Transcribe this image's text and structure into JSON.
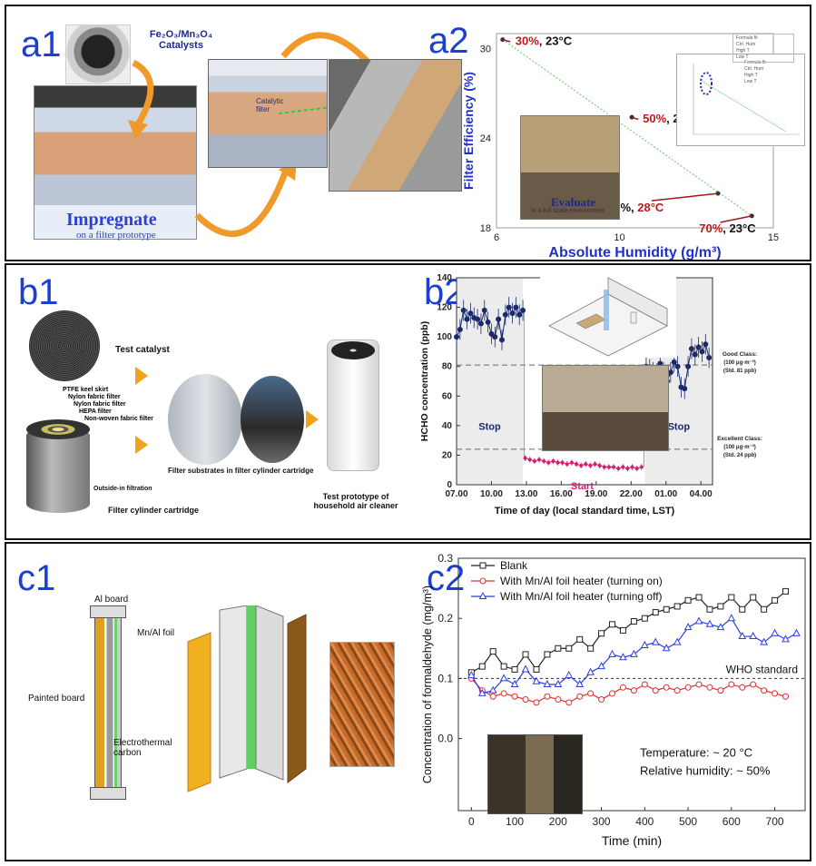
{
  "panels": {
    "a1": {
      "label": "a1",
      "catalyst": "Fe₂O₃/Mn₃O₄\nCatalysts",
      "impregnate": "Impregnate",
      "impregnate_sub": "on a filter prototype",
      "filter_label": "Catalytic\nfilter"
    },
    "a2": {
      "label": "a2",
      "evaluate": "Evaluate",
      "evaluate_sub": "in a full scale environment",
      "inset_legend": [
        "Formula fit",
        "Ctrl. Hum",
        "High T",
        "Low T"
      ]
    },
    "b1": {
      "label": "b1",
      "test_catalyst": "Test catalyst",
      "layers": [
        "PTFE keel skirt",
        "Nylon fabric filter",
        "Nylon fabric filter",
        "HEPA filter",
        "Non-woven fabric filter"
      ],
      "outside_in": "Outside-in filtration",
      "cartridge": "Filter cylinder cartridge",
      "substrates": "Filter substrates in filter cylinder cartridge",
      "prototype": "Test prototype of\nhousehold air cleaner"
    },
    "b2": {
      "label": "b2"
    },
    "c1": {
      "label": "c1",
      "al_board": "Al board",
      "mn_al_foil": "Mn/Al foil",
      "painted_board": "Painted board",
      "electrothermal": "Electrothermal\ncarbon"
    },
    "c2": {
      "label": "c2"
    }
  },
  "chart_data": [
    {
      "id": "a2",
      "type": "line",
      "xlabel": "Absolute Humidity (g/m³)",
      "ylabel": "Filter Efficiency (%)",
      "xlim": [
        6,
        15
      ],
      "ylim": [
        18,
        31
      ],
      "xticks": [
        6,
        10,
        15
      ],
      "yticks": [
        18,
        24,
        30
      ],
      "series": [
        {
          "name": "",
          "x": [
            6.2,
            14.3
          ],
          "y": [
            30.6,
            18.8
          ]
        }
      ],
      "annotations": [
        {
          "x": 6.2,
          "y": 30.6,
          "rh": "30%",
          "temp": "23°C",
          "red_part": "rh"
        },
        {
          "x": 10.4,
          "y": 25.4,
          "rh": "50%",
          "temp": "23°C",
          "red_part": "rh"
        },
        {
          "x": 13.2,
          "y": 20.3,
          "rh": "50%",
          "temp": "28°C",
          "red_part": "temp"
        },
        {
          "x": 14.3,
          "y": 18.8,
          "rh": "70%",
          "temp": "23°C",
          "red_part": "rh"
        }
      ]
    },
    {
      "id": "b2",
      "type": "scatter",
      "xlabel": "Time of day (local standard time, LST)",
      "ylabel": "HCHO concentration (ppb)",
      "xlim": [
        0,
        22
      ],
      "ylim": [
        0,
        140
      ],
      "xticks": [
        {
          "v": 0,
          "l": "07.00"
        },
        {
          "v": 3,
          "l": "10.00"
        },
        {
          "v": 6,
          "l": "13.00"
        },
        {
          "v": 9,
          "l": "16.00"
        },
        {
          "v": 12,
          "l": "19.00"
        },
        {
          "v": 15,
          "l": "22.00"
        },
        {
          "v": 18,
          "l": "01.00"
        },
        {
          "v": 21,
          "l": "04.00"
        }
      ],
      "yticks": [
        0,
        20,
        40,
        60,
        80,
        100,
        120,
        140
      ],
      "hlines": [
        {
          "y": 81,
          "label": "Good Class:\n(100 μg·m⁻³)\n(Std. 81 ppb)"
        },
        {
          "y": 24,
          "label": "Excellent Class:\n(100 μg·m⁻³)\n(Std. 24 ppb)"
        }
      ],
      "regions": [
        {
          "from": 0,
          "to": 5.7,
          "label": "Stop"
        },
        {
          "from": 16.2,
          "to": 22,
          "label": "Stop"
        }
      ],
      "start_label": "Start",
      "series": [
        {
          "name": "",
          "color": "#1c2a6b",
          "x": [
            0,
            0.3,
            0.6,
            0.9,
            1.2,
            1.5,
            1.8,
            2.1,
            2.4,
            2.7,
            3.0,
            3.3,
            3.6,
            3.9,
            4.2,
            4.5,
            4.8,
            5.1,
            5.4,
            5.7
          ],
          "y": [
            100,
            105,
            118,
            112,
            116,
            113,
            112,
            109,
            118,
            110,
            102,
            100,
            112,
            98,
            115,
            120,
            116,
            120,
            115,
            118
          ]
        },
        {
          "name": "",
          "color": "#d61e6f",
          "x": [
            5.9,
            6.3,
            6.7,
            7.1,
            7.5,
            7.9,
            8.3,
            8.7,
            9.1,
            9.5,
            9.9,
            10.3,
            10.7,
            11.1,
            11.5,
            11.9,
            12.3,
            12.7,
            13.1,
            13.5,
            13.9,
            14.3,
            14.7,
            15.1,
            15.5,
            15.9
          ],
          "y": [
            18,
            17,
            16,
            17,
            16,
            15,
            16,
            15,
            15,
            14,
            15,
            14,
            13,
            14,
            13,
            14,
            13,
            12,
            12,
            12,
            11,
            12,
            11,
            12,
            11,
            12
          ]
        },
        {
          "name": "",
          "color": "#1c2a6b",
          "x": [
            16.3,
            16.6,
            16.9,
            17.2,
            17.5,
            17.8,
            18.1,
            18.4,
            18.7,
            19.0,
            19.3,
            19.6,
            19.9,
            20.2,
            20.5,
            20.8,
            21.1,
            21.4,
            21.7
          ],
          "y": [
            80,
            78,
            76,
            75,
            82,
            76,
            70,
            76,
            83,
            80,
            66,
            65,
            80,
            92,
            88,
            93,
            90,
            95,
            86
          ]
        }
      ]
    },
    {
      "id": "c2",
      "type": "line",
      "xlabel": "Time (min)",
      "ylabel": "Concentration of formaldehyde (mg/m³)",
      "xlim": [
        -30,
        770
      ],
      "ylim": [
        -0.12,
        0.3
      ],
      "xticks": [
        0,
        100,
        200,
        300,
        400,
        500,
        600,
        700
      ],
      "yticks": [
        {
          "v": 0,
          "l": "0.0"
        },
        {
          "v": 0.1,
          "l": "0.1"
        },
        {
          "v": 0.2,
          "l": "0.2"
        },
        {
          "v": 0.3,
          "l": "0.3"
        }
      ],
      "hline": {
        "y": 0.1,
        "label": "WHO standard"
      },
      "notes": [
        "Temperature: ~ 20 °C",
        "Relative humidity: ~ 50%"
      ],
      "series": [
        {
          "name": "Blank",
          "color": "#222222",
          "marker": "square",
          "x": [
            0,
            25,
            50,
            75,
            100,
            125,
            150,
            175,
            200,
            225,
            250,
            275,
            300,
            325,
            350,
            375,
            400,
            425,
            450,
            475,
            500,
            525,
            550,
            575,
            600,
            625,
            650,
            675,
            700,
            725
          ],
          "y": [
            0.11,
            0.12,
            0.145,
            0.12,
            0.115,
            0.14,
            0.115,
            0.14,
            0.15,
            0.15,
            0.165,
            0.15,
            0.175,
            0.19,
            0.18,
            0.195,
            0.2,
            0.21,
            0.215,
            0.22,
            0.23,
            0.235,
            0.215,
            0.22,
            0.235,
            0.215,
            0.235,
            0.215,
            0.23,
            0.245
          ]
        },
        {
          "name": "With Mn/Al foil heater (turning on)",
          "color": "#e03030",
          "marker": "circle",
          "x": [
            0,
            25,
            50,
            75,
            100,
            125,
            150,
            175,
            200,
            225,
            250,
            275,
            300,
            325,
            350,
            375,
            400,
            425,
            450,
            475,
            500,
            525,
            550,
            575,
            600,
            625,
            650,
            675,
            700,
            725
          ],
          "y": [
            0.1,
            0.08,
            0.07,
            0.075,
            0.07,
            0.065,
            0.06,
            0.07,
            0.065,
            0.06,
            0.07,
            0.075,
            0.065,
            0.075,
            0.085,
            0.08,
            0.09,
            0.08,
            0.085,
            0.08,
            0.085,
            0.09,
            0.085,
            0.08,
            0.09,
            0.085,
            0.09,
            0.08,
            0.075,
            0.07
          ]
        },
        {
          "name": "With Mn/Al foil heater (turning off)",
          "color": "#2a3fe0",
          "marker": "triangle",
          "x": [
            0,
            25,
            50,
            75,
            100,
            125,
            150,
            175,
            200,
            225,
            250,
            275,
            300,
            325,
            350,
            375,
            400,
            425,
            450,
            475,
            500,
            525,
            550,
            575,
            600,
            625,
            650,
            675,
            700,
            725,
            750
          ],
          "y": [
            0.105,
            0.075,
            0.08,
            0.1,
            0.09,
            0.115,
            0.095,
            0.09,
            0.09,
            0.105,
            0.09,
            0.11,
            0.12,
            0.14,
            0.135,
            0.14,
            0.155,
            0.16,
            0.15,
            0.16,
            0.185,
            0.195,
            0.19,
            0.185,
            0.2,
            0.17,
            0.17,
            0.16,
            0.175,
            0.165,
            0.175
          ]
        }
      ]
    }
  ]
}
